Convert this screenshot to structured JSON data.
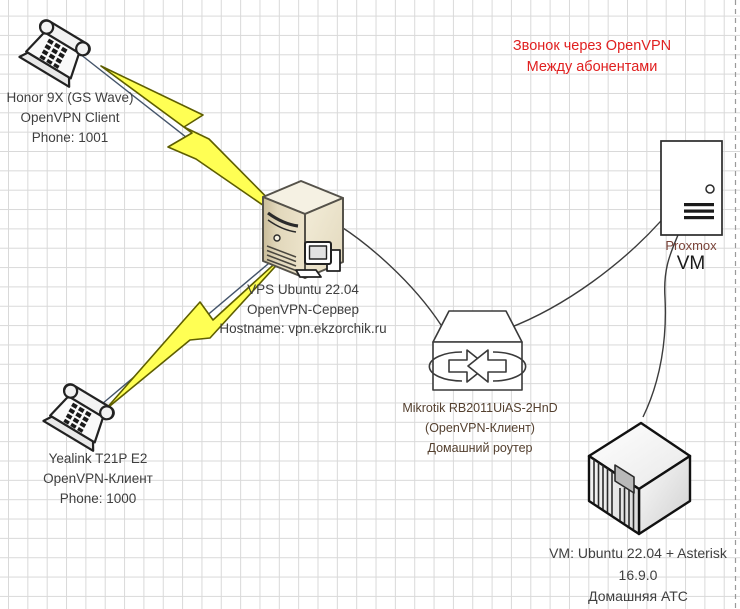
{
  "diagram_title": {
    "lines": [
      "Звонок через OpenVPN",
      "Между абонентами"
    ],
    "color": "#e02020"
  },
  "nodes": {
    "honor_phone": {
      "type": "telephone",
      "lines": [
        "Honor 9X (GS Wave)",
        "OpenVPN Client",
        "Phone: 1001"
      ]
    },
    "yealink_phone": {
      "type": "telephone",
      "lines": [
        "Yealink T21P E2",
        "OpenVPN-Клиент",
        "Phone: 1000"
      ]
    },
    "vps_server": {
      "type": "server-tower",
      "lines": [
        "VPS Ubuntu 22.04",
        "OpenVPN-Сервер",
        "Hostname: vpn.ekzorchik.ru"
      ]
    },
    "mikrotik_router": {
      "type": "router",
      "lines": [
        "Mikrotik RB2011UiAS-2HnD",
        "(OpenVPN-Клиент)",
        "Домашний роутер"
      ],
      "label_color": "#54402f"
    },
    "proxmox_host": {
      "type": "host-box",
      "lines": [
        "Proxmox",
        "VM"
      ],
      "label_color": "#7a4339"
    },
    "asterisk_vm": {
      "type": "server-cube",
      "lines": [
        "VM: Ubuntu 22.04 + Asterisk",
        "16.9.0",
        "Домашняя АТС"
      ]
    }
  },
  "connections": [
    {
      "from": "honor_phone",
      "to": "vps_server",
      "style": "yellow lightning bolt over straight blue line with open arrowhead at server"
    },
    {
      "from": "yealink_phone",
      "to": "vps_server",
      "style": "yellow lightning bolt over straight blue line with open arrowhead at server"
    },
    {
      "from": "vps_server",
      "to": "proxmox_host",
      "style": "curved black line passing over mikrotik router, filled arrowhead at Proxmox"
    },
    {
      "from": "proxmox_host",
      "to": "asterisk_vm",
      "style": "curved black line, no arrowhead"
    }
  ],
  "colors": {
    "bolt_fill": "#ffff54",
    "bolt_stroke": "#5e5e00",
    "connector_blue": "#44546a",
    "curve_black": "#3c3c3c",
    "grid": "#d9d9d9",
    "label_default": "#3f3f3f",
    "page_break_dash": "#9a9a9a",
    "tower_front": "#ddd2b2",
    "tower_side": "#ece4cc"
  }
}
